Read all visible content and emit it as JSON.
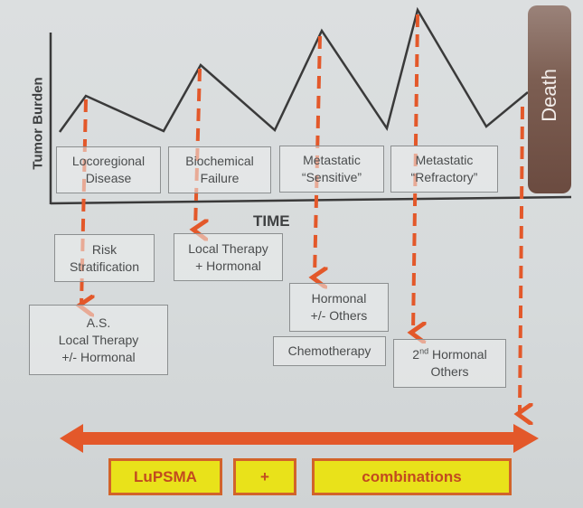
{
  "axes": {
    "y_label": "Tumor Burden",
    "x_label": "TIME"
  },
  "death_label": "Death",
  "stages": [
    {
      "label": "Locoregional\nDisease"
    },
    {
      "label": "Biochemical\nFailure"
    },
    {
      "label": "Metastatic\n“Sensitive”"
    },
    {
      "label": "Metastatic\n“Refractory”"
    }
  ],
  "treatments": {
    "risk_stratification": "Risk\nStratification",
    "as_local": "A.S.\nLocal Therapy\n+/- Hormonal",
    "local_hormonal": "Local Therapy\n+ Hormonal",
    "hormonal_others": "Hormonal\n+/- Others",
    "chemotherapy": "Chemotherapy",
    "second_hormonal_sup": "nd",
    "second_hormonal_num": "2",
    "second_hormonal_rest": " Hormonal",
    "second_hormonal_line2": "Others"
  },
  "bottom_bar": {
    "lupsma": "LuPSMA",
    "plus": "+",
    "combinations": "combinations"
  },
  "colors": {
    "arrow": "#e3582a",
    "box_fill": "#e9e21a",
    "box_border": "#d2632a",
    "box_text": "#c24a1f",
    "line": "#3a3a3a"
  }
}
